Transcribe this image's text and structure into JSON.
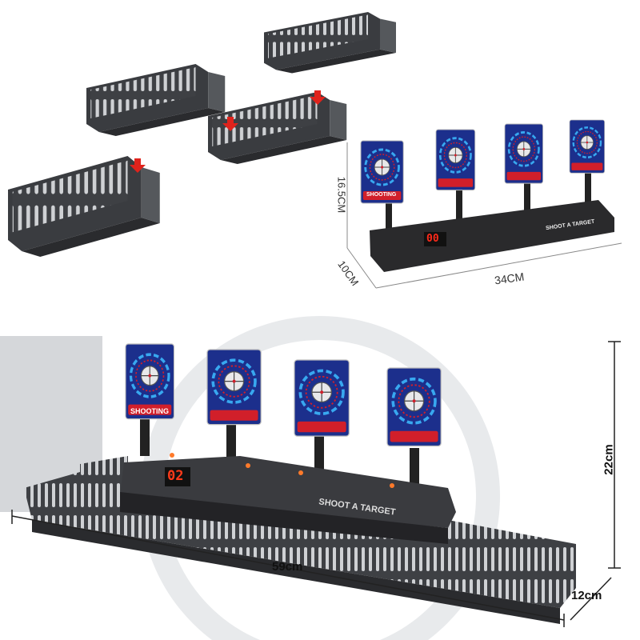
{
  "top_product": {
    "height_label": "16.5CM",
    "depth_label": "10CM",
    "width_label": "34CM",
    "score_display": "00",
    "target_label": "SHOOTING",
    "brand_label": "SHOOT A TARGET"
  },
  "bottom_product": {
    "height_label": "22cm",
    "width_label": "59cm",
    "depth_label": "12cm",
    "score_display": "02",
    "target_label": "SHOOTING",
    "brand_label": "SHOOT A TARGET"
  },
  "colors": {
    "target_blue": "#1c2f8c",
    "target_red": "#d11f2a",
    "base_black": "#2a2a2c",
    "tray_gray": "#4a4c50",
    "arrow_red": "#e0231c",
    "led": "#ff3b1a"
  }
}
